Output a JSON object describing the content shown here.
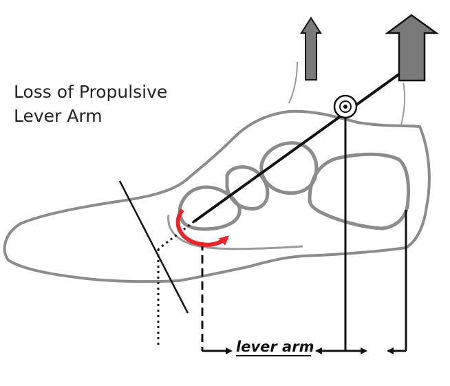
{
  "title": {
    "line1": "Loss of Propulsive",
    "line2": "Lever Arm"
  },
  "labels": {
    "lever_arm": "lever arm"
  },
  "colors": {
    "outline_gray": "#8c8c8c",
    "bone_gray": "#9a9a9a",
    "arrow_fill": "#7a7a7a",
    "line_black": "#111111",
    "rotation_red": "#e8262a"
  },
  "icons": {
    "rotation": "curved-red-arrow",
    "force_small": "up-arrow-small",
    "force_large": "up-arrow-large",
    "pivot": "axis-circle"
  }
}
